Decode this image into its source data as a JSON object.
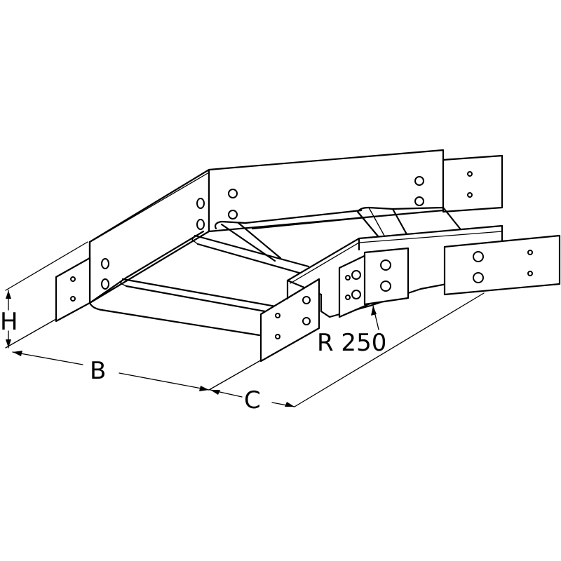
{
  "dimensions": {
    "height_label": "H",
    "width_label": "B",
    "length_label": "C",
    "radius_label": "R 250"
  },
  "colors": {
    "line": "#000000",
    "background": "#ffffff"
  }
}
